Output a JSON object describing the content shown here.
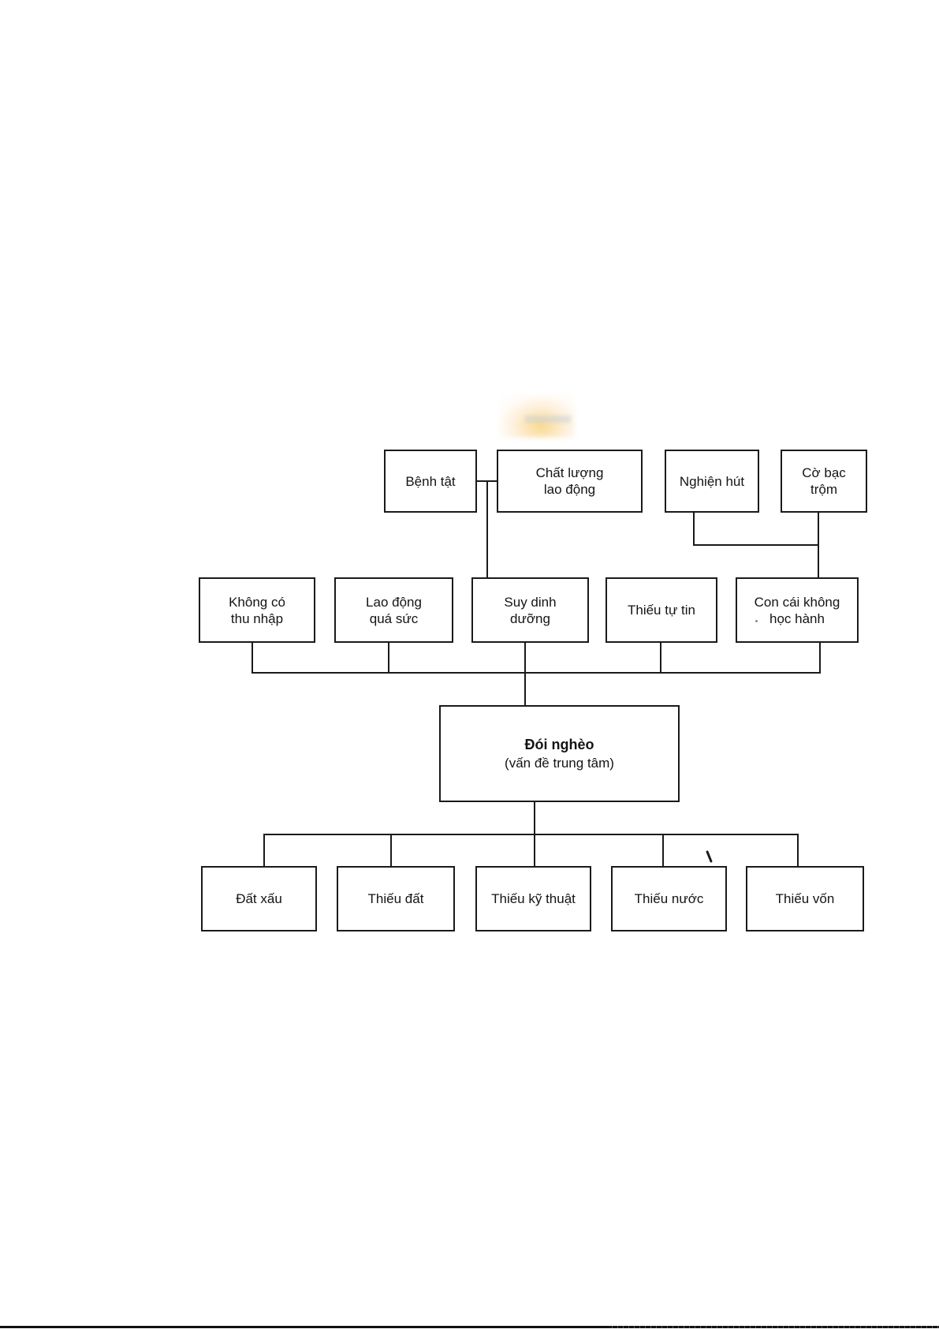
{
  "page": {
    "background_color": "#ffffff",
    "ink_color": "#1a1a1a",
    "highlight_color": "#f9d78a"
  },
  "diagram": {
    "top_row": [
      {
        "lines": [
          "Bệnh tật"
        ]
      },
      {
        "lines": [
          "Chất lượng",
          "lao động"
        ]
      },
      {
        "lines": [
          "Nghiện hút"
        ]
      },
      {
        "lines": [
          "Cờ bạc",
          "trộm"
        ]
      }
    ],
    "middle_row": [
      {
        "lines": [
          "Không có",
          "thu nhập"
        ]
      },
      {
        "lines": [
          "Lao động",
          "quá sức"
        ]
      },
      {
        "lines": [
          "Suy dinh",
          "dưỡng"
        ]
      },
      {
        "lines": [
          "Thiếu tự tin"
        ]
      },
      {
        "lines": [
          "Con cái không",
          "học hành"
        ]
      }
    ],
    "center_node": {
      "title": "Đói nghèo",
      "subtitle": "(vấn đề trung tâm)"
    },
    "bottom_row": [
      {
        "lines": [
          "Đất xấu"
        ]
      },
      {
        "lines": [
          "Thiếu đất"
        ]
      },
      {
        "lines": [
          "Thiếu kỹ thuật"
        ]
      },
      {
        "lines": [
          "Thiếu nước"
        ]
      },
      {
        "lines": [
          "Thiếu vốn"
        ]
      }
    ]
  }
}
